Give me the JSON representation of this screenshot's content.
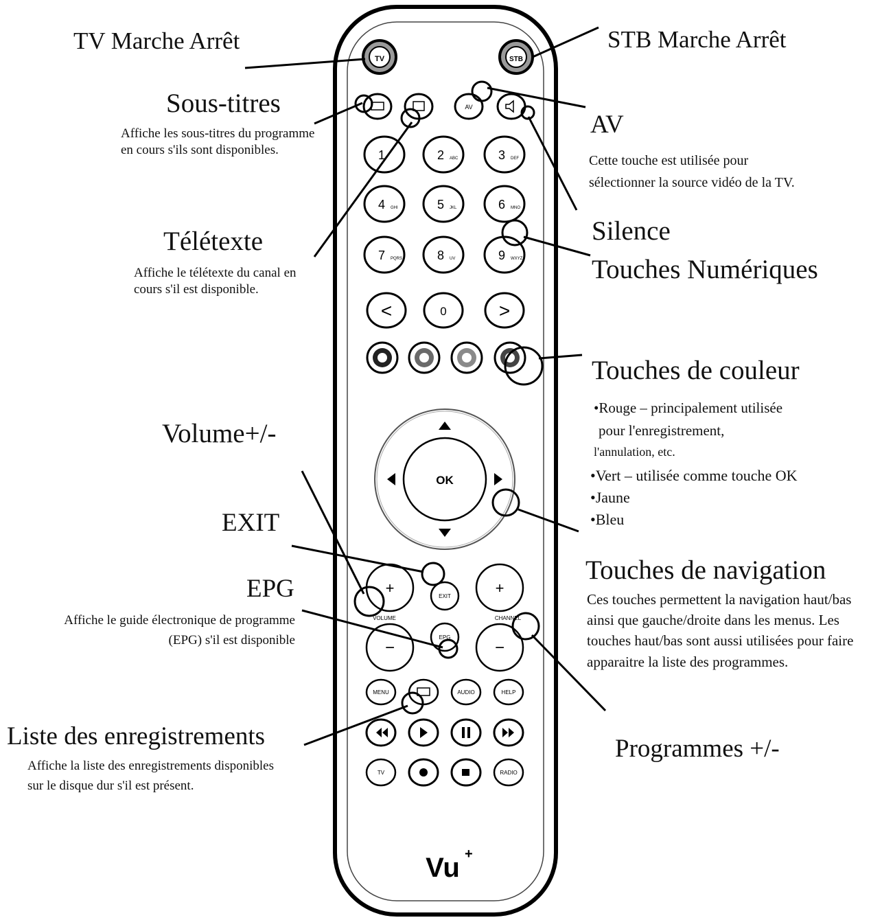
{
  "labels": {
    "tv_power": "TV Marche Arrêt",
    "stb_power": "STB Marche Arrêt",
    "subtitles": {
      "title": "Sous-titres",
      "desc": "Affiche les sous-titres du programme en cours s'ils sont disponibles."
    },
    "av": {
      "title": "AV",
      "desc1": "Cette touche est utilisée pour",
      "desc2": "sélectionner la source vidéo de la TV."
    },
    "teletext": {
      "title": "Télétexte",
      "desc": "Affiche le télétexte du canal en cours s'il est disponible."
    },
    "mute": "Silence",
    "numeric": "Touches Numériques",
    "color": {
      "title": "Touches de couleur",
      "items": [
        "Rouge – principalement utilisée",
        "pour l'enregistrement,",
        "l'annulation, etc.",
        "Vert – utilisée comme touche OK",
        "Jaune",
        "Bleu"
      ]
    },
    "volume": "Volume+/-",
    "exit": "EXIT",
    "navigation": {
      "title": "Touches de navigation",
      "desc": "Ces touches permettent la navigation haut/bas ainsi que gauche/droite dans les menus. Les touches haut/bas sont aussi utilisées pour faire apparaitre la liste des programmes."
    },
    "epg": {
      "title": "EPG",
      "desc": "Affiche le guide électronique de programme (EPG) s'il est disponible"
    },
    "recordings": {
      "title": "Liste des enregistrements",
      "desc": "Affiche la liste des enregistrements disponibles sur le disque dur s'il est présent."
    },
    "programs": "Programmes +/-"
  },
  "remote": {
    "brand": "Vu",
    "brand_sup": "+",
    "power_tv": "TV",
    "power_stb": "STB",
    "top_row": [
      "",
      "",
      "AV",
      ""
    ],
    "digits": [
      {
        "n": "1",
        "sub": ""
      },
      {
        "n": "2",
        "sub": "ABC"
      },
      {
        "n": "3",
        "sub": "DEF"
      },
      {
        "n": "4",
        "sub": "GHI"
      },
      {
        "n": "5",
        "sub": "JKL"
      },
      {
        "n": "6",
        "sub": "MNO"
      },
      {
        "n": "7",
        "sub": "PQRS"
      },
      {
        "n": "8",
        "sub": "UV"
      },
      {
        "n": "9",
        "sub": "WXYZ"
      }
    ],
    "prev": "<",
    "zero": "0",
    "next": ">",
    "ok": "OK",
    "exit": "EXIT",
    "epg": "EPG",
    "volume": "VOLUME",
    "channel": "CHANNEL",
    "plus": "+",
    "minus": "−",
    "fn_row": [
      "MENU",
      "",
      "AUDIO",
      "HELP"
    ],
    "tv": "TV",
    "radio": "RADIO"
  }
}
